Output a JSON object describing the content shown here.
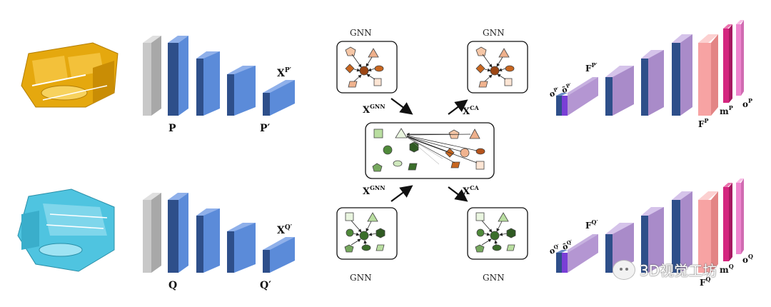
{
  "labels": {
    "P": "P",
    "P_prime": "P′",
    "Q": "Q",
    "Q_prime": "Q′",
    "X_P_prime": "X",
    "X_P_prime_sup": "P′",
    "X_Q_prime": "X",
    "X_Q_prime_sup": "Q′",
    "X_GNN_top": "X",
    "X_GNN_top_sup": "GNN",
    "X_GNN_bottom": "X",
    "X_GNN_bottom_sup": "GNN",
    "X_CA_top": "X",
    "X_CA_top_sup": "CA",
    "X_CA_bottom": "X",
    "X_CA_bottom_sup": "CA",
    "gnn_top_left": "GNN",
    "gnn_top_right": "GNN",
    "gnn_bottom_left": "GNN",
    "gnn_bottom_right": "GNN",
    "o_P": "o",
    "o_P_sup": "P′",
    "otilde_P": "õ",
    "otilde_P_sup": "P′",
    "F_P_prime": "F",
    "F_P_prime_sup": "P′",
    "F_P": "F",
    "F_P_sup": "P",
    "m_P": "m",
    "m_P_sup": "P",
    "o_P_right": "o",
    "o_P_right_sup": "P",
    "o_Q": "o",
    "o_Q_sup": "Q′",
    "otilde_Q": "õ",
    "otilde_Q_sup": "Q′",
    "F_Q_prime": "F",
    "F_Q_prime_sup": "Q′",
    "F_Q": "F",
    "F_Q_sup": "Q",
    "m_Q": "m",
    "m_Q_sup": "Q",
    "o_Q_right": "o",
    "o_Q_right_sup": "Q"
  },
  "watermark": "3D视觉工坊",
  "colors": {
    "encoder_gray": "#c8c8c8",
    "encoder_blue": "#5b8bd9",
    "encoder_dark": "#2e4f8a",
    "decoder_purple": "#a98bc9",
    "output_salmon": "#f7a3a3",
    "output_magenta": "#d4267f",
    "output_pink": "#ef86cf",
    "graph_orange": "#e8a37a",
    "graph_brown": "#b5531b",
    "graph_green": "#4f8a3a",
    "graph_lightgreen": "#b9dea0",
    "cloud_gold": "#e5a80e",
    "cloud_cyan": "#4fc4e0"
  }
}
